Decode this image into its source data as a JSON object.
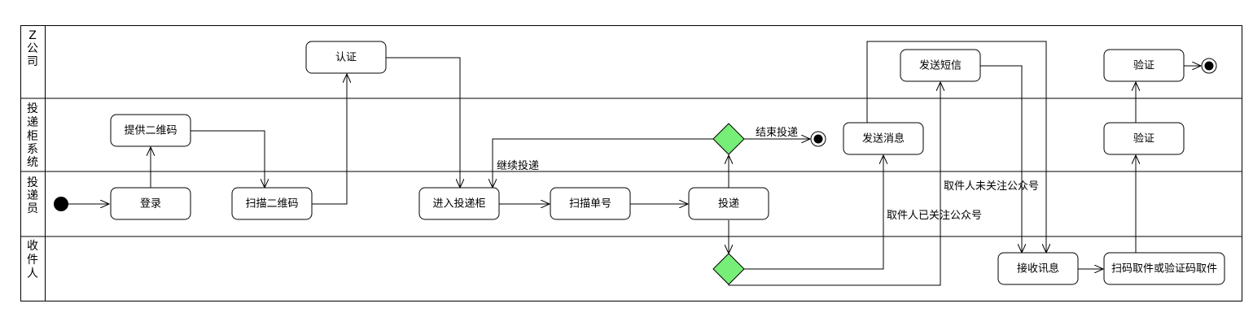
{
  "lanes": [
    {
      "id": "company",
      "chars": [
        "Z",
        "公",
        "司"
      ]
    },
    {
      "id": "locker",
      "chars": [
        "投",
        "递",
        "柜",
        "系",
        "统"
      ]
    },
    {
      "id": "courier",
      "chars": [
        "投",
        "递",
        "员"
      ]
    },
    {
      "id": "recipient",
      "chars": [
        "收",
        "件",
        "人"
      ]
    }
  ],
  "nodes": {
    "auth": "认证",
    "send_sms": "发送短信",
    "verify_top": "验证",
    "provide_qr": "提供二维码",
    "send_msg": "发送消息",
    "verify_mid": "验证",
    "login": "登录",
    "scan_qr": "扫描二维码",
    "enter_locker": "进入投递柜",
    "scan_no": "扫描单号",
    "deliver": "投递",
    "receive_msg": "接收讯息",
    "pickup": "扫码取件或验证码取件"
  },
  "edge_labels": {
    "end_delivery": "结束投递",
    "continue_delivery": "继续投递",
    "not_followed": "取件人未关注公众号",
    "followed": "取件人已关注公众号"
  },
  "colors": {
    "decision": "#77ee77",
    "line": "#000000"
  }
}
